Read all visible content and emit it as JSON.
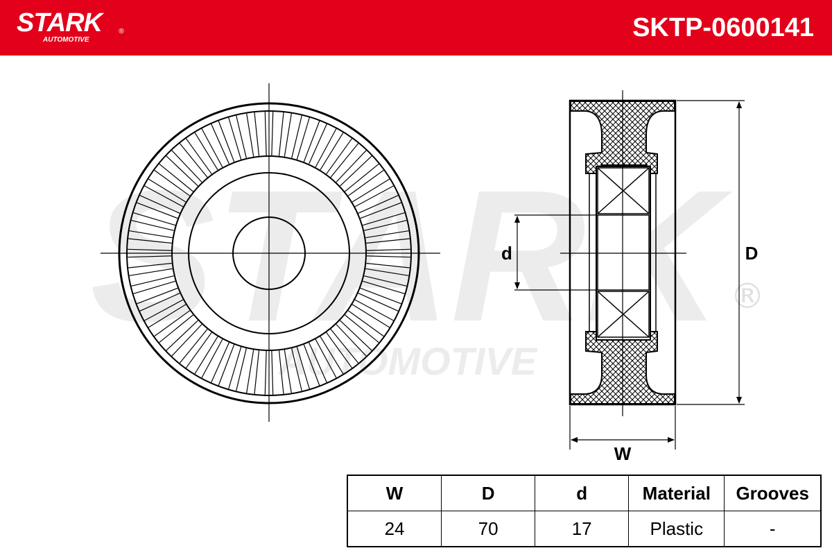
{
  "header": {
    "brand_name": "STARK",
    "brand_sub": "AUTOMOTIVE",
    "part_number": "SKTP-0600141"
  },
  "watermark": {
    "main": "STARK",
    "sub": "AUTOMOTIVE",
    "registered": "®"
  },
  "drawing": {
    "label_d_small": "d",
    "label_D_large": "D",
    "label_W": "W"
  },
  "table": {
    "headers": [
      "W",
      "D",
      "d",
      "Material",
      "Grooves"
    ],
    "values": [
      "24",
      "70",
      "17",
      "Plastic",
      "-"
    ]
  }
}
